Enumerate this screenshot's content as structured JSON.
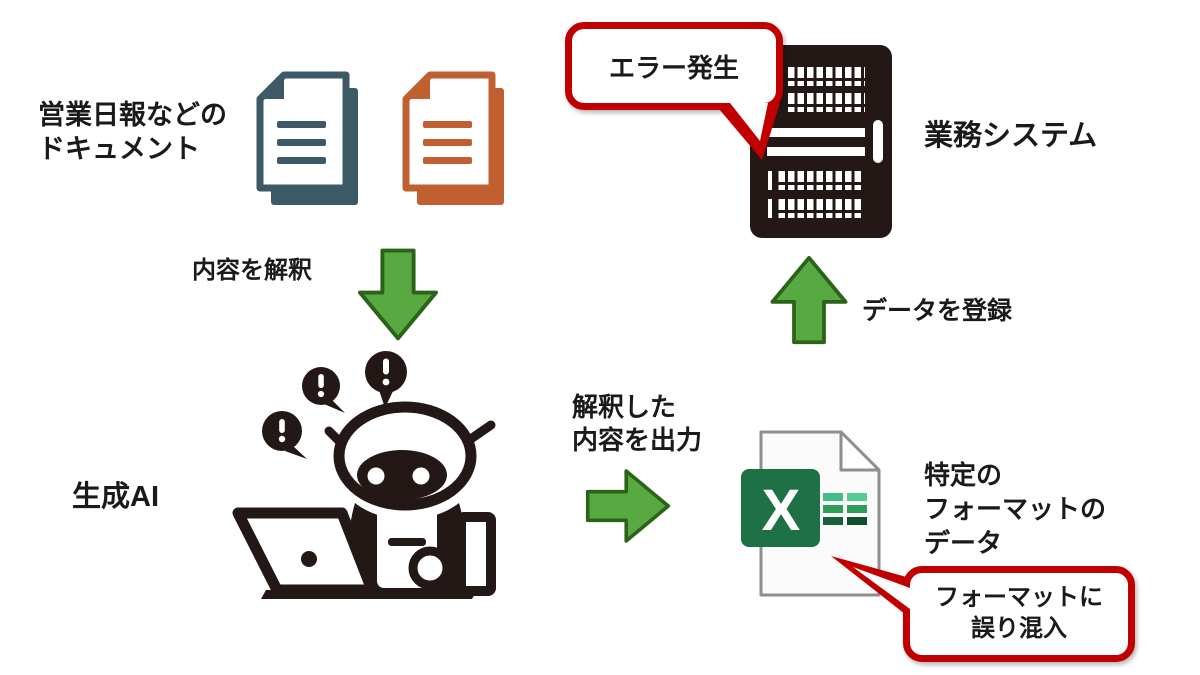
{
  "labels": {
    "documents": "営業日報などの\nドキュメント",
    "interpret": "内容を解釈",
    "gen_ai": "生成AI",
    "output": "解釈した\n内容を出力",
    "excel_data": "特定の\nフォーマットの\nデータ",
    "register": "データを登録",
    "system": "業務システム"
  },
  "callouts": {
    "error": "エラー発生",
    "format_error": "フォーマットに\n誤り混入"
  },
  "excel_icon": {
    "letter": "X"
  },
  "icons": {
    "documents": [
      "document-icon (teal)",
      "document-icon (orange)"
    ],
    "generative_ai": "robot-at-laptop-icon",
    "output_file": "excel-file-icon",
    "business_system": "server-icon",
    "flow": [
      "arrow-down-icon",
      "arrow-right-icon",
      "arrow-up-icon"
    ],
    "alerts": "exclamation-speech-bubbles"
  },
  "colors": {
    "background": "#ffffff",
    "text": "#1a1a1a",
    "callout_red": "#c00000",
    "arrow_green_fill": "#58a942",
    "arrow_green_border": "#2b6318",
    "doc_teal": "#3c5a66",
    "doc_orange": "#c05f30",
    "icon_black": "#231815",
    "excel_green": "#1e7145",
    "excel_bar_greens": [
      "#3fbf86",
      "#52cc93",
      "#2d9e58",
      "#2d9e58",
      "#17603a",
      "#0f4f2f"
    ],
    "page_border_gray": "#8e8e8e"
  }
}
